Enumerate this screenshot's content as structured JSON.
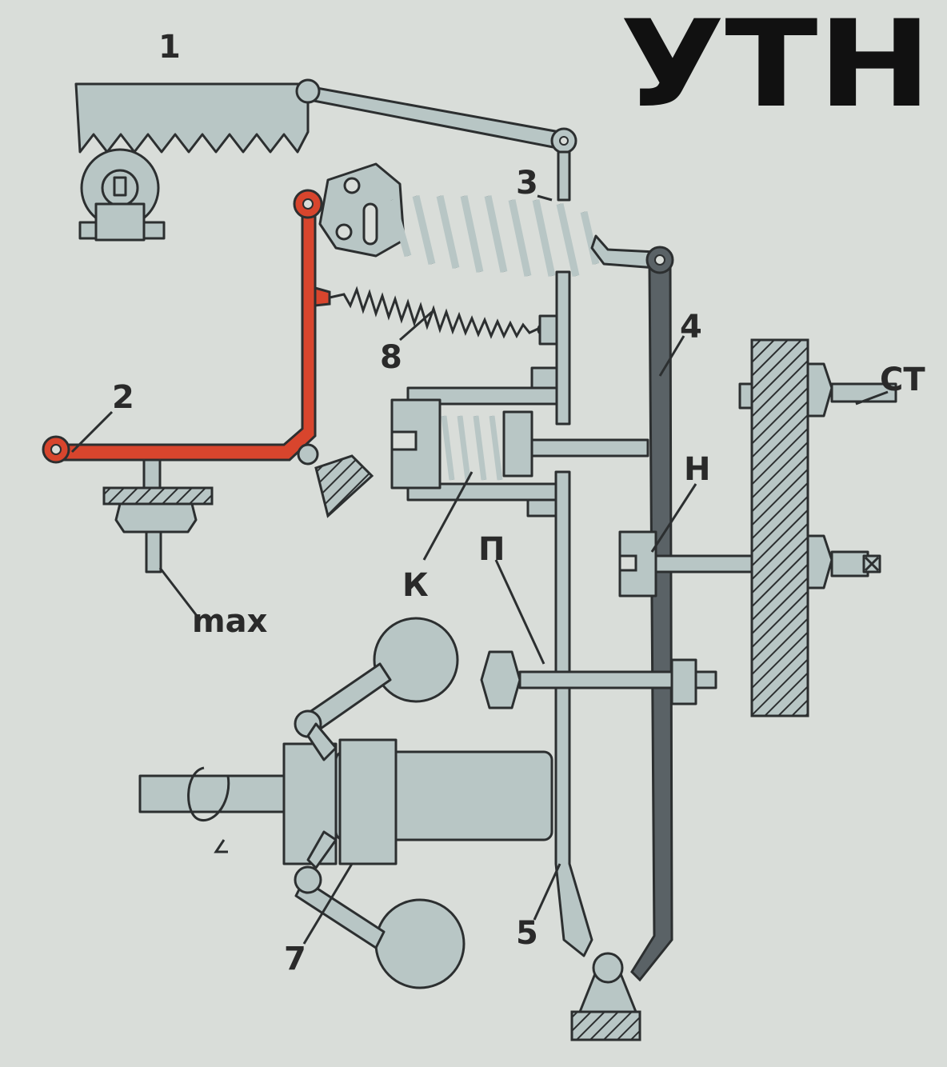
{
  "title": "УТН",
  "labels": {
    "rack": "1",
    "red_lever": "2",
    "main_spring": "3",
    "dark_lever": "4",
    "lever": "5",
    "flyweight_block": "7",
    "small_spring": "8",
    "corrector": "К",
    "stop_bolt": "П",
    "adjust_nut": "Н",
    "wall": "СТ",
    "max_stop": "max"
  },
  "colors": {
    "background": "#d9ddd9",
    "parts": "#b8c6c5",
    "red_lever": "#d8452d",
    "dark_lever": "#5a6266"
  }
}
